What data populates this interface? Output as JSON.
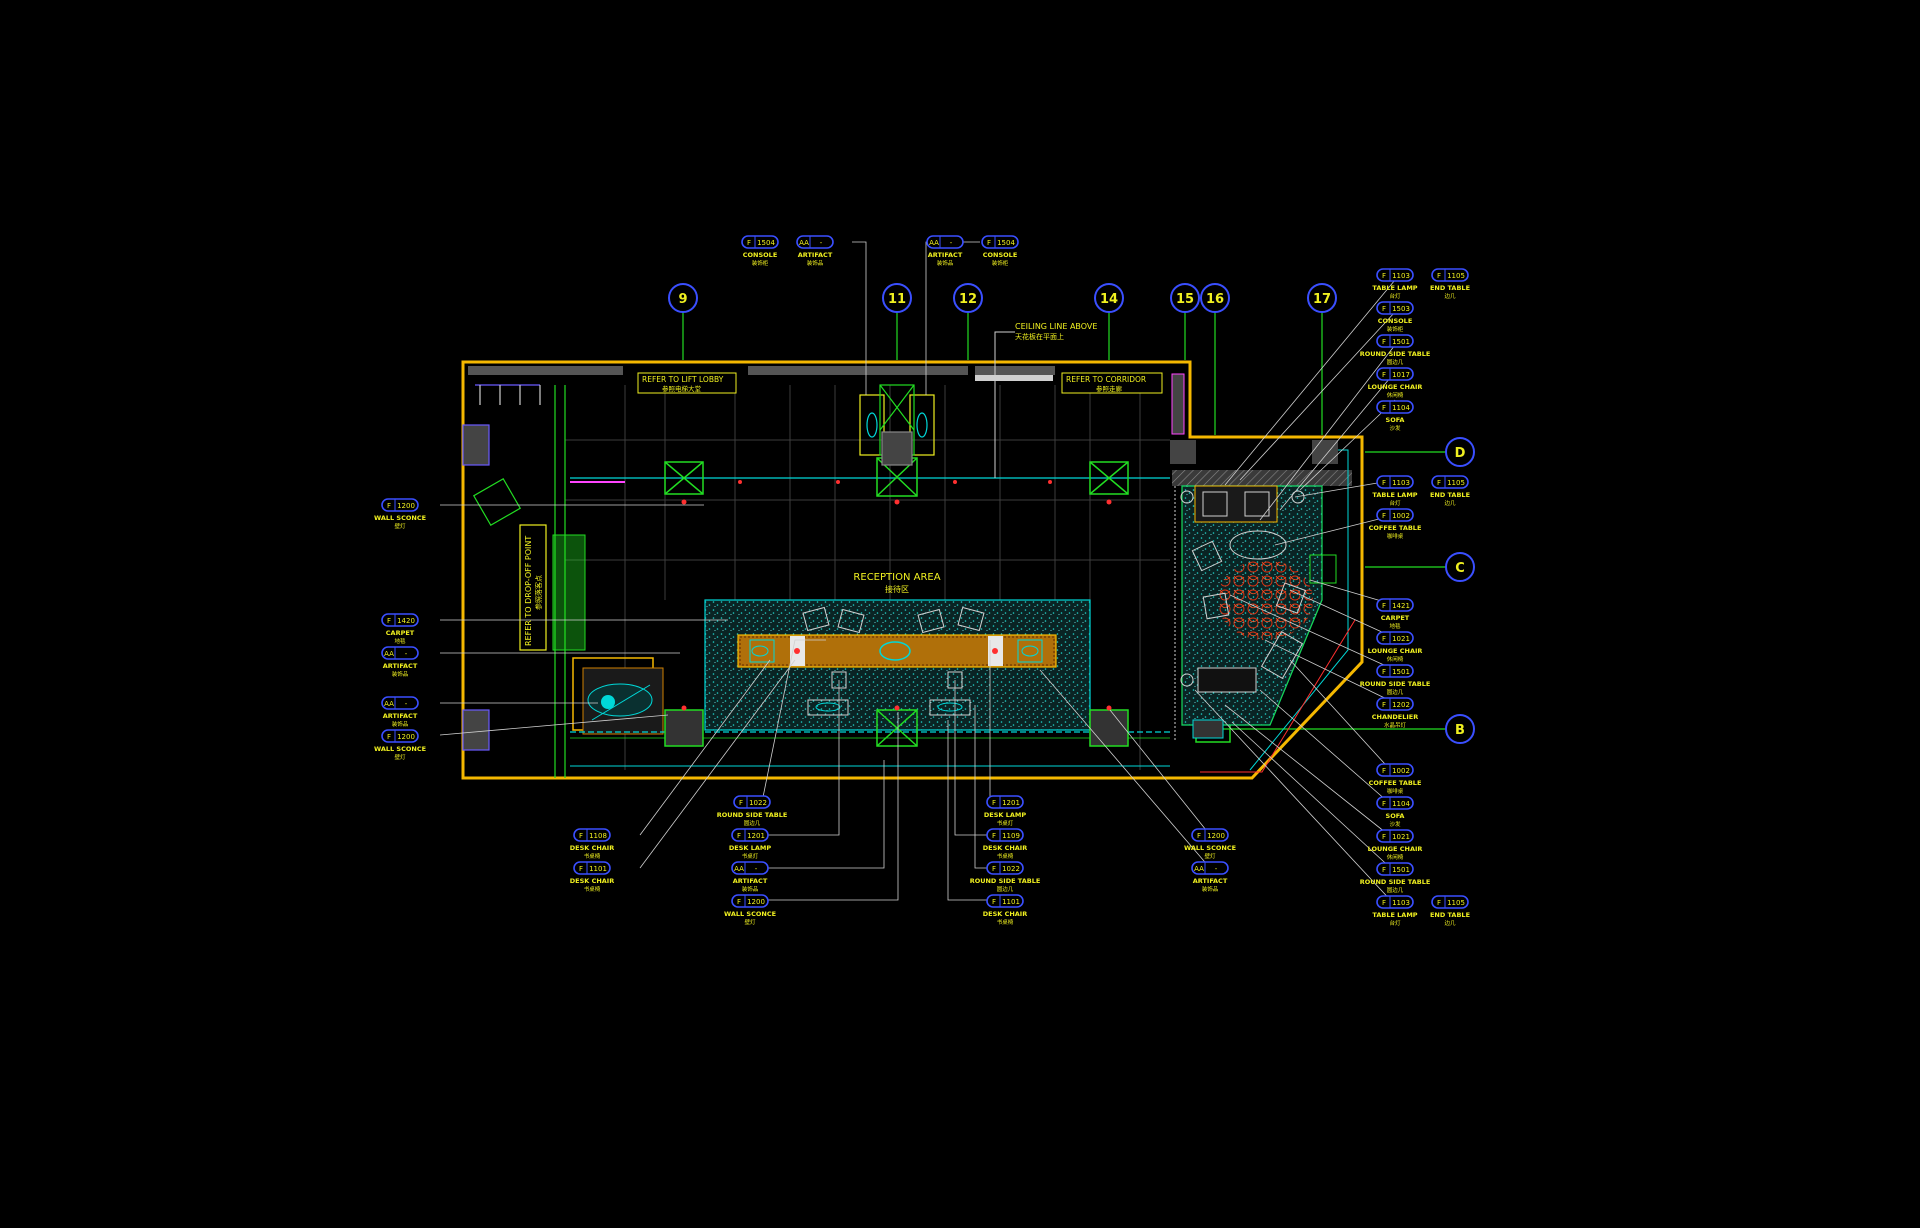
{
  "colors": {
    "background": "#000000",
    "wall": "#f5b800",
    "grid_blue": "#3a4fff",
    "green": "#22dd22",
    "cyan": "#00d8d8",
    "yellow": "#f0f020",
    "white": "#d0d0d0",
    "gray": "#6a6a6a",
    "red": "#ff3030",
    "magenta": "#ff44ff",
    "orange": "#f08c00"
  },
  "grid_bubbles": [
    "9",
    "11",
    "12",
    "14",
    "15",
    "16",
    "17",
    "D",
    "C",
    "B"
  ],
  "notes": {
    "ceiling_line": "CEILING LINE ABOVE",
    "ceiling_line_cn": "天花板在平面上",
    "refer_lift": "REFER TO LIFT LOBBY",
    "refer_lift_cn": "参照电梯大堂",
    "refer_corridor": "REFER TO CORRIDOR",
    "refer_corridor_cn": "参照走廊",
    "refer_dropoff": "REFER TO DROP-OFF POINT",
    "refer_dropoff_cn": "参照落客点",
    "reception": "RECEPTION AREA",
    "reception_cn": "接待区"
  },
  "tags": {
    "t1": {
      "code": "F",
      "num": "1504",
      "label": "CONSOLE",
      "cn": "装饰柜"
    },
    "t2": {
      "code": "AA",
      "num": "-",
      "label": "ARTIFACT",
      "cn": "装饰品"
    },
    "t3": {
      "code": "AA",
      "num": "-",
      "label": "ARTIFACT",
      "cn": "装饰品"
    },
    "t4": {
      "code": "F",
      "num": "1504",
      "label": "CONSOLE",
      "cn": "装饰柜"
    },
    "t5": {
      "code": "F",
      "num": "1103",
      "label": "TABLE LAMP",
      "cn": "台灯"
    },
    "t6": {
      "code": "F",
      "num": "1105",
      "label": "END TABLE",
      "cn": "边几"
    },
    "t7": {
      "code": "F",
      "num": "1503",
      "label": "CONSOLE",
      "cn": "装饰柜"
    },
    "t8": {
      "code": "F",
      "num": "1501",
      "label": "ROUND SIDE TABLE",
      "cn": "圆边几"
    },
    "t9": {
      "code": "F",
      "num": "1017",
      "label": "LOUNGE CHAIR",
      "cn": "休闲椅"
    },
    "t10": {
      "code": "F",
      "num": "1104",
      "label": "SOFA",
      "cn": "沙发"
    },
    "t11": {
      "code": "F",
      "num": "1103",
      "label": "TABLE LAMP",
      "cn": "台灯"
    },
    "t12": {
      "code": "F",
      "num": "1105",
      "label": "END TABLE",
      "cn": "边几"
    },
    "t13": {
      "code": "F",
      "num": "1002",
      "label": "COFFEE TABLE",
      "cn": "咖啡桌"
    },
    "t14": {
      "code": "F",
      "num": "1421",
      "label": "CARPET",
      "cn": "地毯"
    },
    "t15": {
      "code": "F",
      "num": "1021",
      "label": "LOUNGE CHAIR",
      "cn": "休闲椅"
    },
    "t16": {
      "code": "F",
      "num": "1501",
      "label": "ROUND SIDE TABLE",
      "cn": "圆边几"
    },
    "t17": {
      "code": "F",
      "num": "1202",
      "label": "CHANDELIER",
      "cn": "水晶吊灯"
    },
    "t18": {
      "code": "F",
      "num": "1002",
      "label": "COFFEE TABLE",
      "cn": "咖啡桌"
    },
    "t19": {
      "code": "F",
      "num": "1104",
      "label": "SOFA",
      "cn": "沙发"
    },
    "t20": {
      "code": "F",
      "num": "1021",
      "label": "LOUNGE CHAIR",
      "cn": "休闲椅"
    },
    "t21": {
      "code": "F",
      "num": "1501",
      "label": "ROUND SIDE TABLE",
      "cn": "圆边几"
    },
    "t22": {
      "code": "F",
      "num": "1103",
      "label": "TABLE LAMP",
      "cn": "台灯"
    },
    "t23": {
      "code": "F",
      "num": "1105",
      "label": "END TABLE",
      "cn": "边几"
    },
    "t24": {
      "code": "F",
      "num": "1200",
      "label": "WALL SCONCE",
      "cn": "壁灯"
    },
    "t25": {
      "code": "F",
      "num": "1420",
      "label": "CARPET",
      "cn": "地毯"
    },
    "t26": {
      "code": "AA",
      "num": "-",
      "label": "ARTIFACT",
      "cn": "装饰品"
    },
    "t27": {
      "code": "AA",
      "num": "-",
      "label": "ARTIFACT",
      "cn": "装饰品"
    },
    "t28": {
      "code": "F",
      "num": "1200",
      "label": "WALL SCONCE",
      "cn": "壁灯"
    },
    "t29": {
      "code": "F",
      "num": "1022",
      "label": "ROUND SIDE TABLE",
      "cn": "圆边几"
    },
    "t30": {
      "code": "F",
      "num": "1108",
      "label": "DESK CHAIR",
      "cn": "书桌椅"
    },
    "t31": {
      "code": "F",
      "num": "1101",
      "label": "DESK CHAIR",
      "cn": "书桌椅"
    },
    "t32": {
      "code": "F",
      "num": "1201",
      "label": "DESK LAMP",
      "cn": "书桌灯"
    },
    "t33": {
      "code": "AA",
      "num": "-",
      "label": "ARTIFACT",
      "cn": "装饰品"
    },
    "t34": {
      "code": "F",
      "num": "1200",
      "label": "WALL SCONCE",
      "cn": "壁灯"
    },
    "t35": {
      "code": "F",
      "num": "1201",
      "label": "DESK LAMP",
      "cn": "书桌灯"
    },
    "t36": {
      "code": "F",
      "num": "1109",
      "label": "DESK CHAIR",
      "cn": "书桌椅"
    },
    "t37": {
      "code": "F",
      "num": "1022",
      "label": "ROUND SIDE TABLE",
      "cn": "圆边几"
    },
    "t38": {
      "code": "F",
      "num": "1101",
      "label": "DESK CHAIR",
      "cn": "书桌椅"
    },
    "t39": {
      "code": "F",
      "num": "1200",
      "label": "WALL SCONCE",
      "cn": "壁灯"
    },
    "t40": {
      "code": "AA",
      "num": "-",
      "label": "ARTIFACT",
      "cn": "装饰品"
    }
  }
}
